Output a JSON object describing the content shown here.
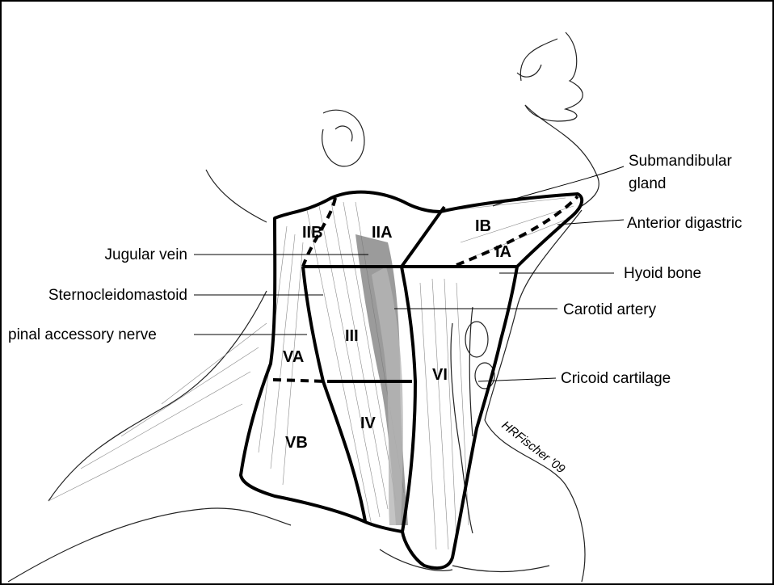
{
  "labels": {
    "submandibular_gland_1": "Submandibular",
    "submandibular_gland_2": "gland",
    "anterior_digastric": "Anterior digastric",
    "hyoid_bone": "Hyoid bone",
    "carotid_artery": "Carotid artery",
    "cricoid_cartilage": "Cricoid cartilage",
    "jugular_vein": "Jugular vein",
    "sternocleidomastoid": "Sternocleidomastoid",
    "spinal_accessory_nerve": "pinal accessory nerve"
  },
  "zones": {
    "IA": "IA",
    "IB": "IB",
    "IIA": "IIA",
    "IIB": "IIB",
    "III": "III",
    "IV": "IV",
    "VA": "VA",
    "VB": "VB",
    "VI": "VI"
  },
  "signature": "HRFischer '09",
  "colors": {
    "line": "#000000",
    "vessel_dark": "#7a7a7a",
    "vessel_light": "#b5b5b5"
  }
}
